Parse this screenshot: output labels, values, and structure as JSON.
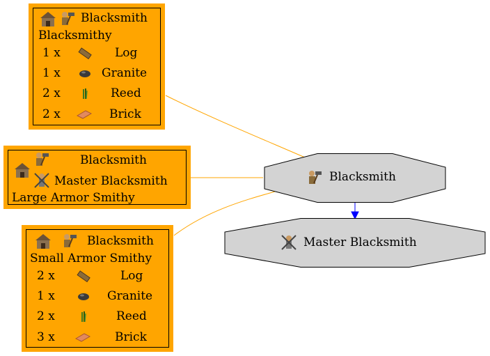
{
  "colors": {
    "building_fill": "#ffa500",
    "node_fill": "#d3d3d3",
    "edge_building": "#ffa500",
    "edge_upgrade": "#0000ff"
  },
  "nodes": {
    "blacksmith": {
      "label": "Blacksmith",
      "icon": "blacksmith-worker-icon"
    },
    "master_blacksmith": {
      "label": "Master Blacksmith",
      "icon": "master-blacksmith-worker-icon"
    }
  },
  "buildings": {
    "blacksmithy": {
      "worker_label": "Blacksmith",
      "name": "Blacksmithy",
      "costs": [
        {
          "qty": "1 x",
          "ware": "Log",
          "icon": "log-icon"
        },
        {
          "qty": "1 x",
          "ware": "Granite",
          "icon": "granite-icon"
        },
        {
          "qty": "2 x",
          "ware": "Reed",
          "icon": "reed-icon"
        },
        {
          "qty": "2 x",
          "ware": "Brick",
          "icon": "brick-icon"
        }
      ]
    },
    "large_armor": {
      "worker_1": "Blacksmith",
      "worker_2": "Master Blacksmith",
      "name": "Large Armor Smithy"
    },
    "small_armor": {
      "worker_label": "Blacksmith",
      "name": "Small Armor Smithy",
      "costs": [
        {
          "qty": "2 x",
          "ware": "Log",
          "icon": "log-icon"
        },
        {
          "qty": "1 x",
          "ware": "Granite",
          "icon": "granite-icon"
        },
        {
          "qty": "2 x",
          "ware": "Reed",
          "icon": "reed-icon"
        },
        {
          "qty": "3 x",
          "ware": "Brick",
          "icon": "brick-icon"
        }
      ]
    }
  }
}
